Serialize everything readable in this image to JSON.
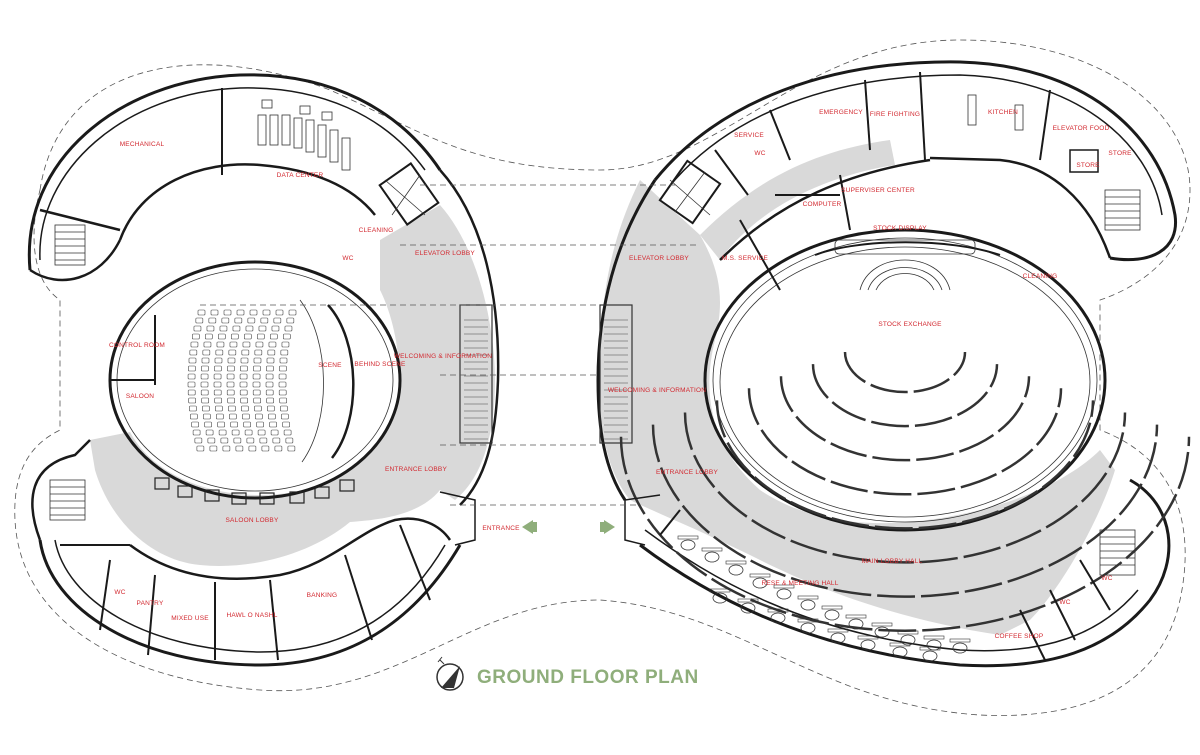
{
  "title": "GROUND FLOOR PLAN",
  "labels": {
    "mechanical": "MECHANICAL",
    "data_center": "DATA CENTER",
    "cleaning_left": "CLEANING",
    "wc_left_top": "WC",
    "elevator_lobby_left": "ELEVATOR LOBBY",
    "control_room": "CONTROL ROOM",
    "saloon": "SALOON",
    "scene": "SCENE",
    "behind_scene": "BEHIND SCENE",
    "welcoming_left": "WELCOMING & INFORMATION",
    "entrance_lobby_left": "ENTRANCE LOBBY",
    "saloon_lobby": "SALOON LOBBY",
    "entrance": "ENTRANCE",
    "wc_left_bottom": "WC",
    "pantry": "PANTRY",
    "mixed_use": "MIXED USE",
    "hawl_o_nashl": "HAWL O NASHL",
    "banking": "BANKING",
    "service": "SERVICE",
    "wc_right_top": "WC",
    "emergency": "EMERGENCY",
    "fire_fighting": "FIRE FIGHTING",
    "kitchen": "KITCHEN",
    "elevator_food": "ELEVATOR FOOD",
    "store": "STORE",
    "superviser_center": "SUPERVISER CENTER",
    "computer": "COMPUTER",
    "stock_display": "STOCK DISPLAY",
    "ms_service": "M.S. SERVICE",
    "cleaning_right": "CLEANING",
    "stock_exchange": "STOCK EXCHANGE",
    "elevator_lobby_right": "ELEVATOR LOBBY",
    "welcoming_right": "WELCOMING & INFORMATION",
    "entrance_lobby_right": "ENTRANCE LOBBY",
    "main_lobby_hall": "MAIN LOBBY HALL",
    "rese_meeting_hall": "RESE & MEETING HALL",
    "wc_right_bottom_a": "WC",
    "wc_right_bottom_b": "WC",
    "coffee_shop": "COFFEE SHOP"
  },
  "colors": {
    "label": "#d2282f",
    "title": "#8fae7b",
    "arrow": "#8fae7b",
    "lobby_fill": "#d9d9d9",
    "wall": "#1a1a1a"
  },
  "icons": [
    "north-arrow-icon",
    "entrance-arrow-icon"
  ]
}
